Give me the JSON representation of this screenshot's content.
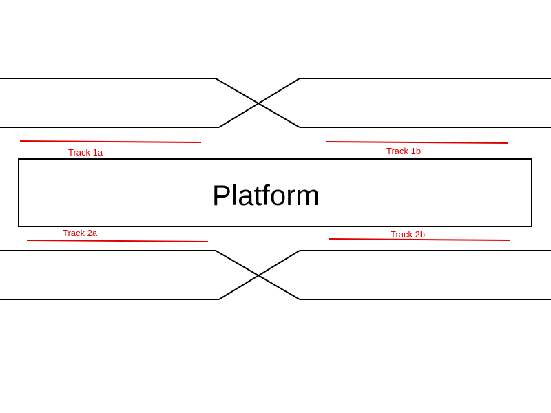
{
  "platform": {
    "label": "Platform"
  },
  "tracks": {
    "track_1a": "Track 1a",
    "track_1b": "Track 1b",
    "track_2a": "Track 2a",
    "track_2b": "Track 2b"
  },
  "colors": {
    "line": "#000000",
    "track_marker": "#e00000",
    "background": "#ffffff"
  }
}
